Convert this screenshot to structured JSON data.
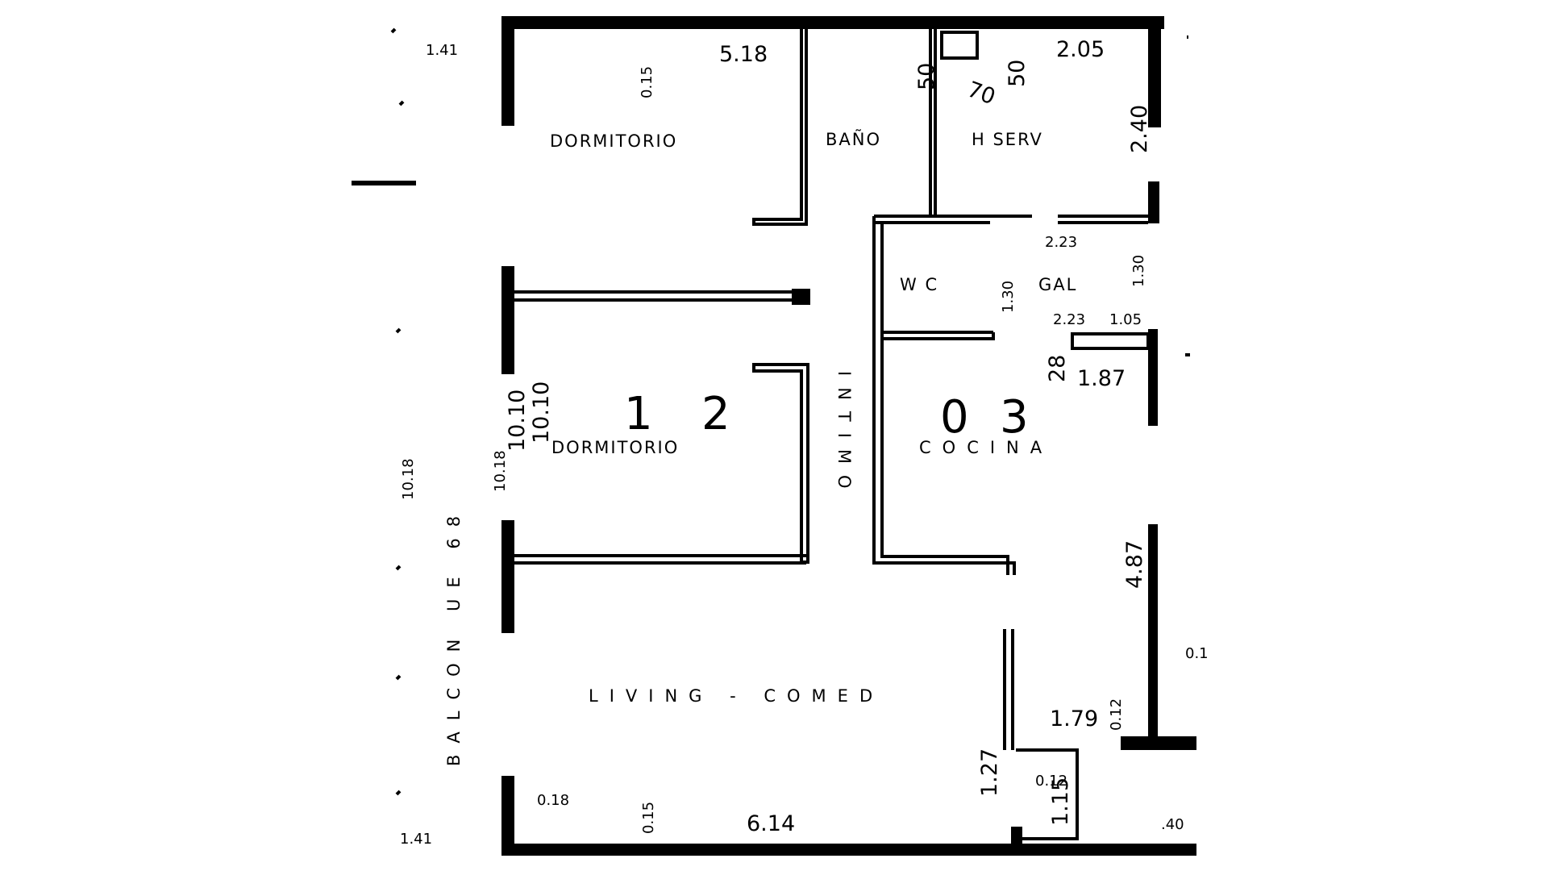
{
  "rooms": {
    "dormitorio_1": "DORMITORIO",
    "bano": "BAÑO",
    "h_serv": "H  SERV",
    "wc": "W C",
    "gal": "GAL",
    "dormitorio_2": "DORMITORIO",
    "cocina": "COCINA",
    "living": "LIVING - COMED",
    "intimo": "INTIMO",
    "balcon": "BALCON UE 68"
  },
  "big_labels": {
    "one": "1",
    "two": "2",
    "zero": "0",
    "three": "3"
  },
  "dimensions": {
    "d_141_top": "1.41",
    "d_015_top": "0.15",
    "d_518": "5.18",
    "d_50_a": "50",
    "d_70": "70",
    "d_50_b": "50",
    "d_205": "2.05",
    "d_240": "2.40",
    "d_223_a": "2.23",
    "d_130_a": "1.30",
    "d_130_b": "1.30",
    "d_223_b": "2.23",
    "d_105": "1.05",
    "d_28": "28",
    "d_187": "1.87",
    "d_1018_a": "10.18",
    "d_1010": "10.10",
    "d_1010_b": "10.10",
    "d_1018_b": "10.18",
    "d_487": "4.87",
    "d_01_right": "0.1",
    "d_012_a": "0.12",
    "d_179": "1.79",
    "d_127": "1.27",
    "d_012_b": "0.12",
    "d_115": "1.15",
    "d_018": "0.18",
    "d_015_bottom": "0.15",
    "d_614": "6.14",
    "d_40": ".40",
    "d_141_bottom": "1.41"
  }
}
